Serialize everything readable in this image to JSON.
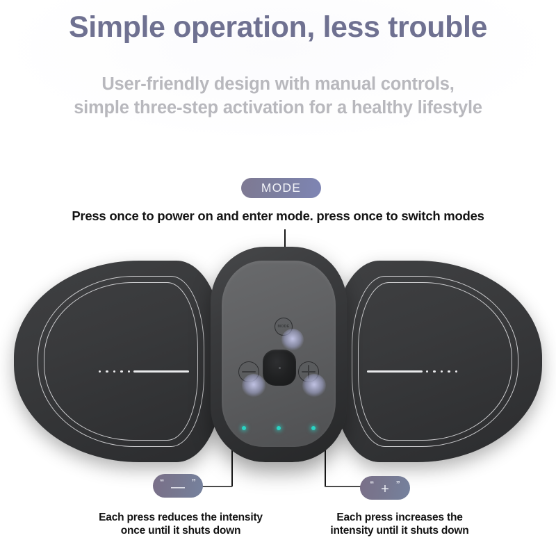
{
  "page": {
    "background_color": "#ffffff"
  },
  "header": {
    "title": "Simple operation, less trouble",
    "title_color": "#6f7191",
    "subtitle_line1": "User-friendly design with manual controls,",
    "subtitle_line2": "simple three-step activation for a healthy lifestyle",
    "subtitle_color": "#b8b8bd"
  },
  "mode_callout": {
    "badge_label": "MODE",
    "badge_gradient_from": "#7e7992",
    "badge_gradient_to": "#7e85b4",
    "caption": "Press once to power on and enter mode. press once to switch modes",
    "caption_color": "#141414"
  },
  "minus_callout": {
    "badge_quote_open": "“",
    "badge_symbol": "—",
    "badge_quote_close": "”",
    "caption_line1": "Each press reduces the intensity",
    "caption_line2": "once until it shuts down"
  },
  "plus_callout": {
    "badge_quote_open": "“",
    "badge_symbol": "+",
    "badge_quote_close": "”",
    "caption_line1": "Each press increases the",
    "caption_line2": "intensity until it shuts down"
  },
  "device": {
    "name": "butterfly-ems-massager",
    "body_color": "#3a3b3d",
    "face_color": "#616264",
    "mode_button_label": "MODE",
    "led_color": "#2ad4c4",
    "led_count": 3,
    "glow_color": "#c8caee",
    "wing_marker_dots": 5
  }
}
